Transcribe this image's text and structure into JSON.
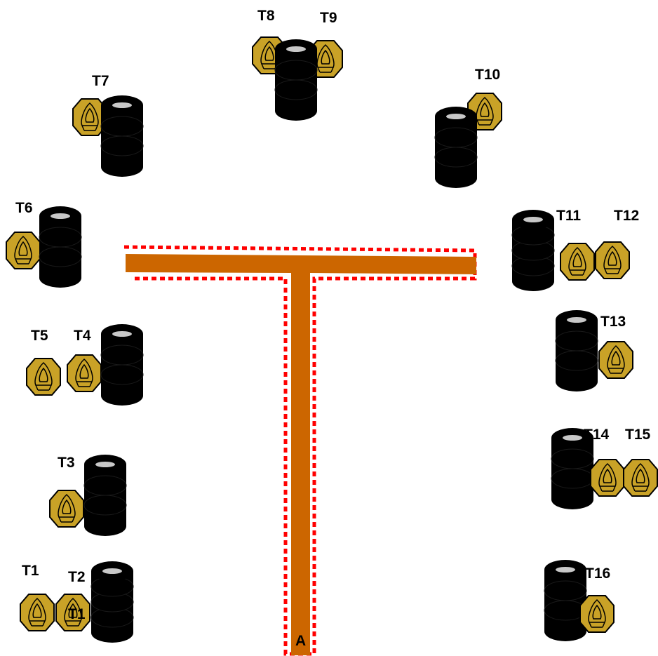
{
  "colors": {
    "target_fill": "#C9A227",
    "target_stroke": "#000000",
    "tire": "#000000",
    "tire_top": "#C8C8C8",
    "path_fill": "#CC6600",
    "path_border": "#FF0000"
  },
  "icons": {
    "target": "steel-target-icon",
    "tire": "tire-stack-icon"
  },
  "labels": {
    "t1": "T1",
    "t1_overlay": "T1",
    "t2": "T2",
    "t3": "T3",
    "t4": "T4",
    "t5": "T5",
    "t6": "T6",
    "t7": "T7",
    "t8": "T8",
    "t9": "T9",
    "t10": "T10",
    "t11": "T11",
    "t12": "T12",
    "t13": "T13",
    "t14": "T14",
    "t15": "T15",
    "t16": "T16",
    "start": "A"
  }
}
